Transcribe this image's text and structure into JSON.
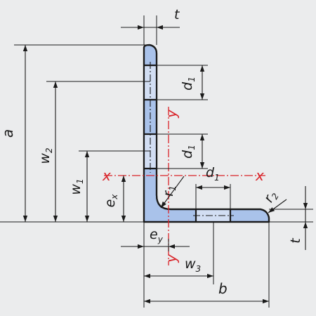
{
  "diagram": {
    "colors": {
      "background": "#ebeced",
      "section_fill": "#a9c2ea",
      "hole_fill": "#d2def3",
      "outline": "#1a1a1a",
      "axis": "#d9252b"
    },
    "labels": {
      "t_top": "t",
      "t_right": "t",
      "a": "a",
      "w2_main": "w",
      "w2_sub": "2",
      "w1_main": "w",
      "w1_sub": "1",
      "w3_main": "w",
      "w3_sub": "3",
      "ex_main": "e",
      "ex_sub": "x",
      "ey_main": "e",
      "ey_sub": "y",
      "d1_upper_main": "d",
      "d1_upper_sub": "1",
      "d1_lower_main": "d",
      "d1_lower_sub": "1",
      "d1_horiz_main": "d",
      "d1_horiz_sub": "1",
      "r1_main": "r",
      "r1_sub": "1",
      "r2_main": "r",
      "r2_sub": "2",
      "b": "b",
      "x_left": "x",
      "x_right": "x",
      "y_top": "y",
      "y_bottom": "y"
    }
  }
}
